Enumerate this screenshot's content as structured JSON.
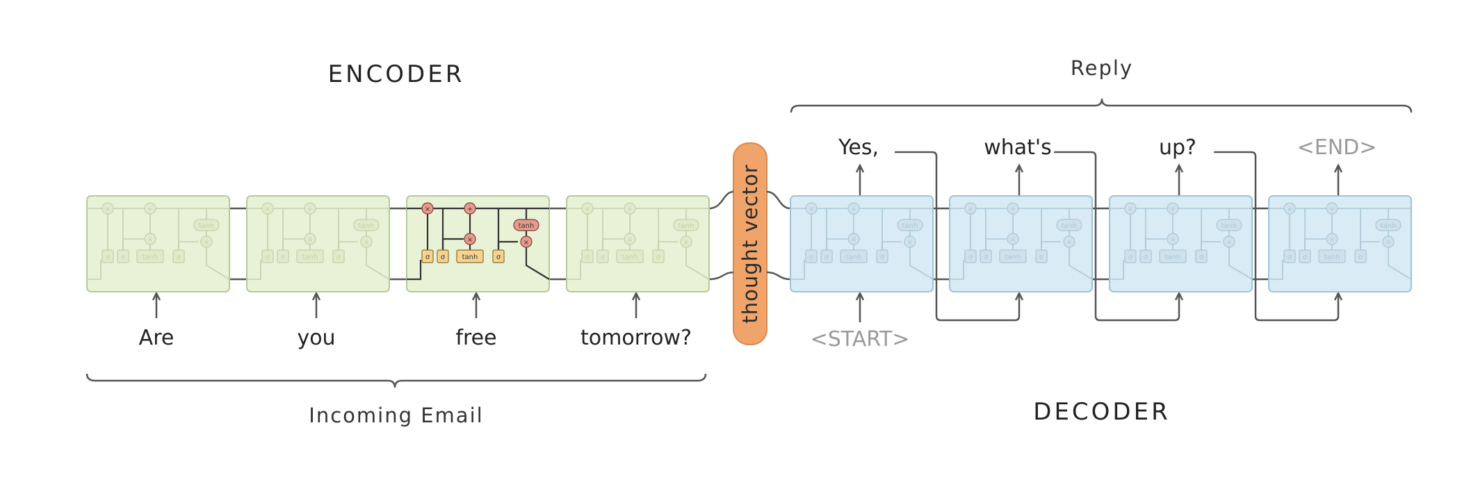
{
  "encoder_title": "ENCODER",
  "decoder_title": "DECODER",
  "reply_label": "Reply",
  "incoming_label": "Incoming Email",
  "thought_vector": "thought vector",
  "encoder_inputs": [
    "Are",
    "you",
    "free",
    "tomorrow?"
  ],
  "decoder_start": "<START>",
  "decoder_outputs": [
    "Yes,",
    "what's",
    "up?",
    "<END>"
  ],
  "cell_labels": {
    "multiply": "×",
    "add": "+",
    "tanh": "tanh",
    "sigma": "σ"
  },
  "colors": {
    "encoder_cell": "#e8f2d6",
    "encoder_border": "#b7c99a",
    "decoder_cell": "#d9ecf5",
    "decoder_border": "#9fc3d6",
    "thought_vector": "#f0a46a",
    "highlight_gate": "#f6d38f",
    "highlight_op": "#e89a8e",
    "line": "#555555"
  }
}
